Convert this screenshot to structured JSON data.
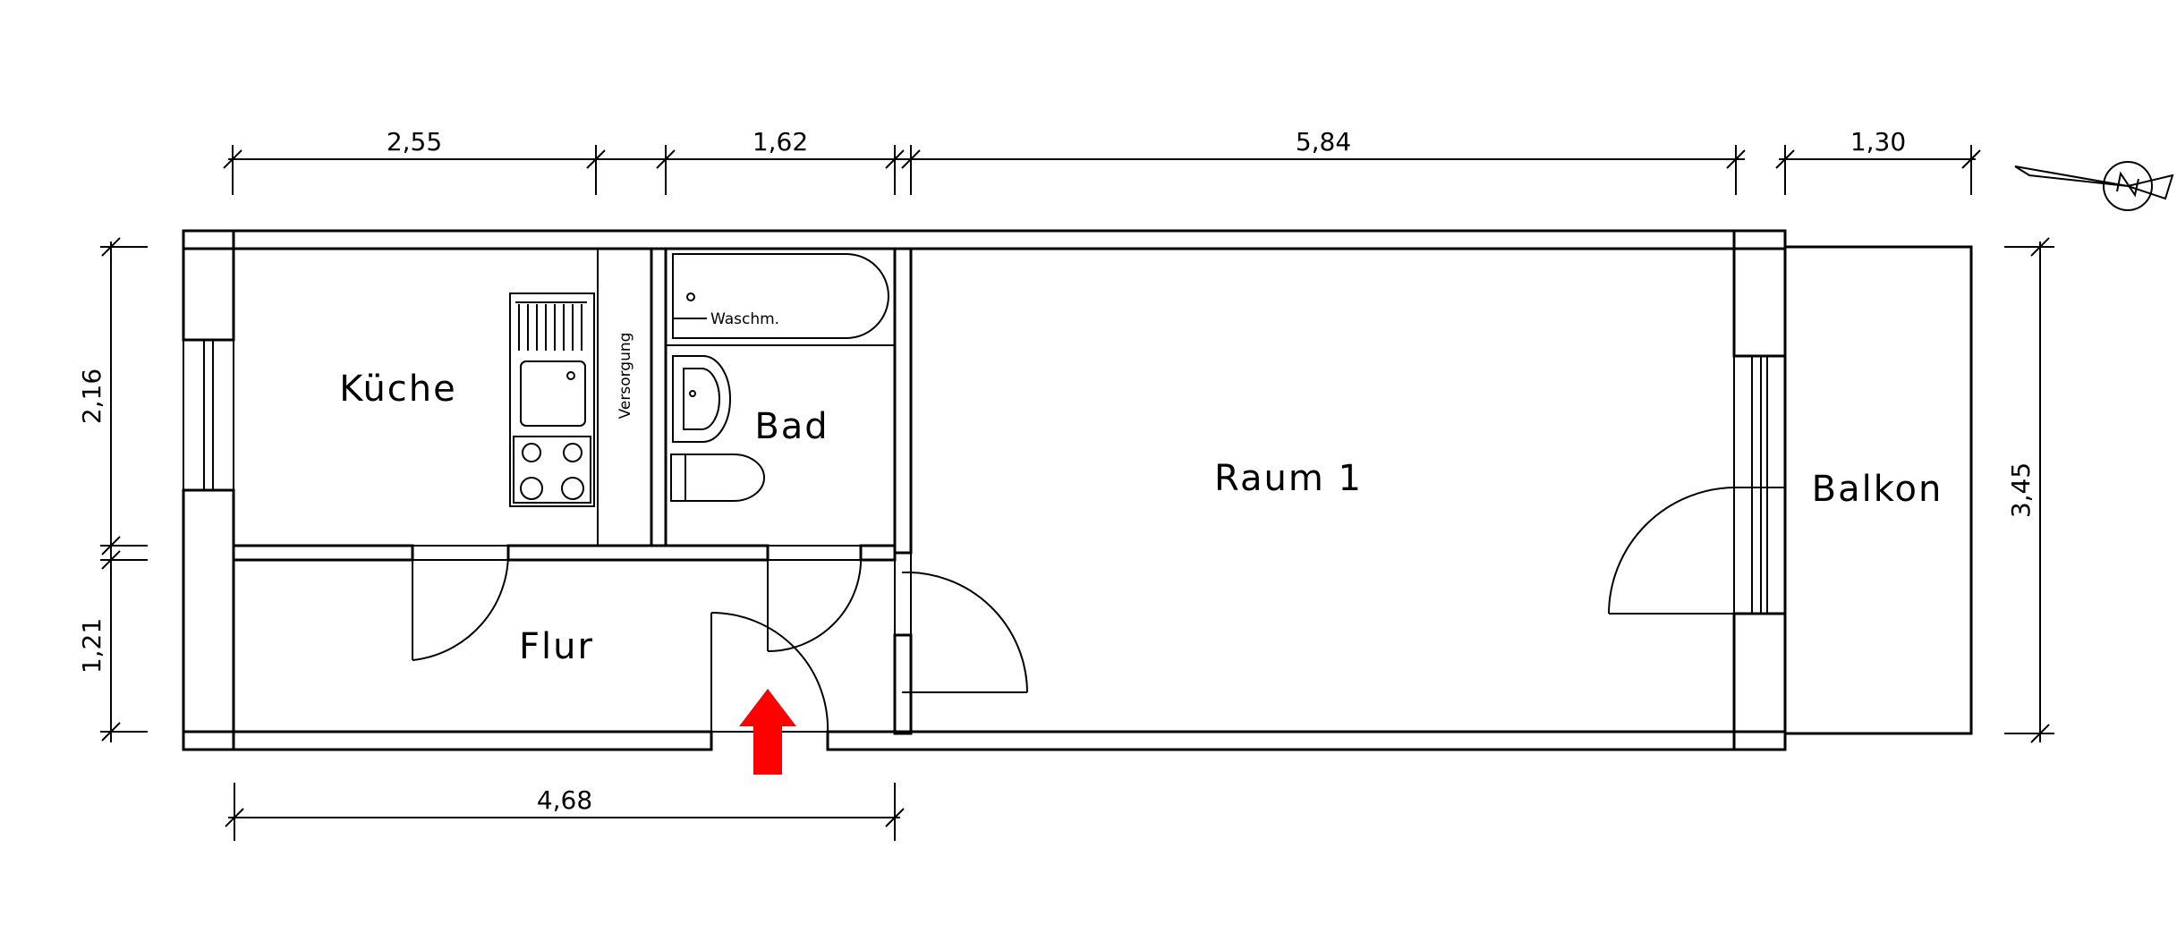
{
  "rooms": {
    "kueche": "Küche",
    "bad": "Bad",
    "raum1": "Raum 1",
    "balkon": "Balkon",
    "flur": "Flur"
  },
  "labels": {
    "versorgung": "Versorgung",
    "waschm": "Waschm."
  },
  "dimensions": {
    "top_kueche": "2,55",
    "top_bad": "1,62",
    "top_raum": "5,84",
    "top_balkon": "1,30",
    "left_kueche": "2,16",
    "left_flur": "1,21",
    "right_total": "3,45",
    "bottom_flur": "4,68"
  },
  "colors": {
    "line": "#000000",
    "entrance_arrow": "#ff0000"
  },
  "icons": {
    "north_arrow": "north-arrow-icon",
    "entrance": "entrance-arrow-icon"
  }
}
